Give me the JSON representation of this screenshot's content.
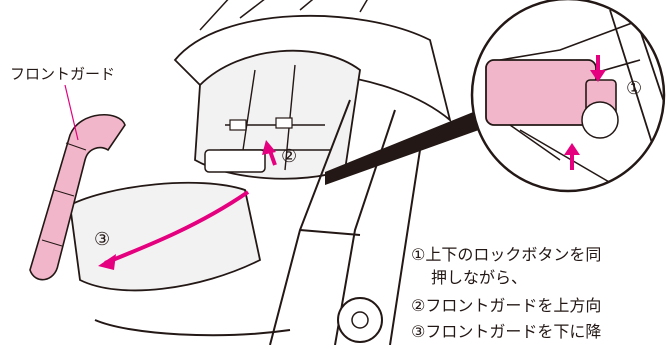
{
  "labels": {
    "front_guard": "フロントガード",
    "marker_1": "①",
    "marker_2": "②",
    "marker_3": "③"
  },
  "instructions": [
    "①上下のロックボタンを同",
    "押しながら、",
    "②フロントガードを上方向",
    "③フロントガードを下に降"
  ],
  "colors": {
    "accent_pink": "#e4007f",
    "guard_fill": "#f2b6cb",
    "line": "#231815",
    "seat_fill": "#f2f2f2"
  }
}
